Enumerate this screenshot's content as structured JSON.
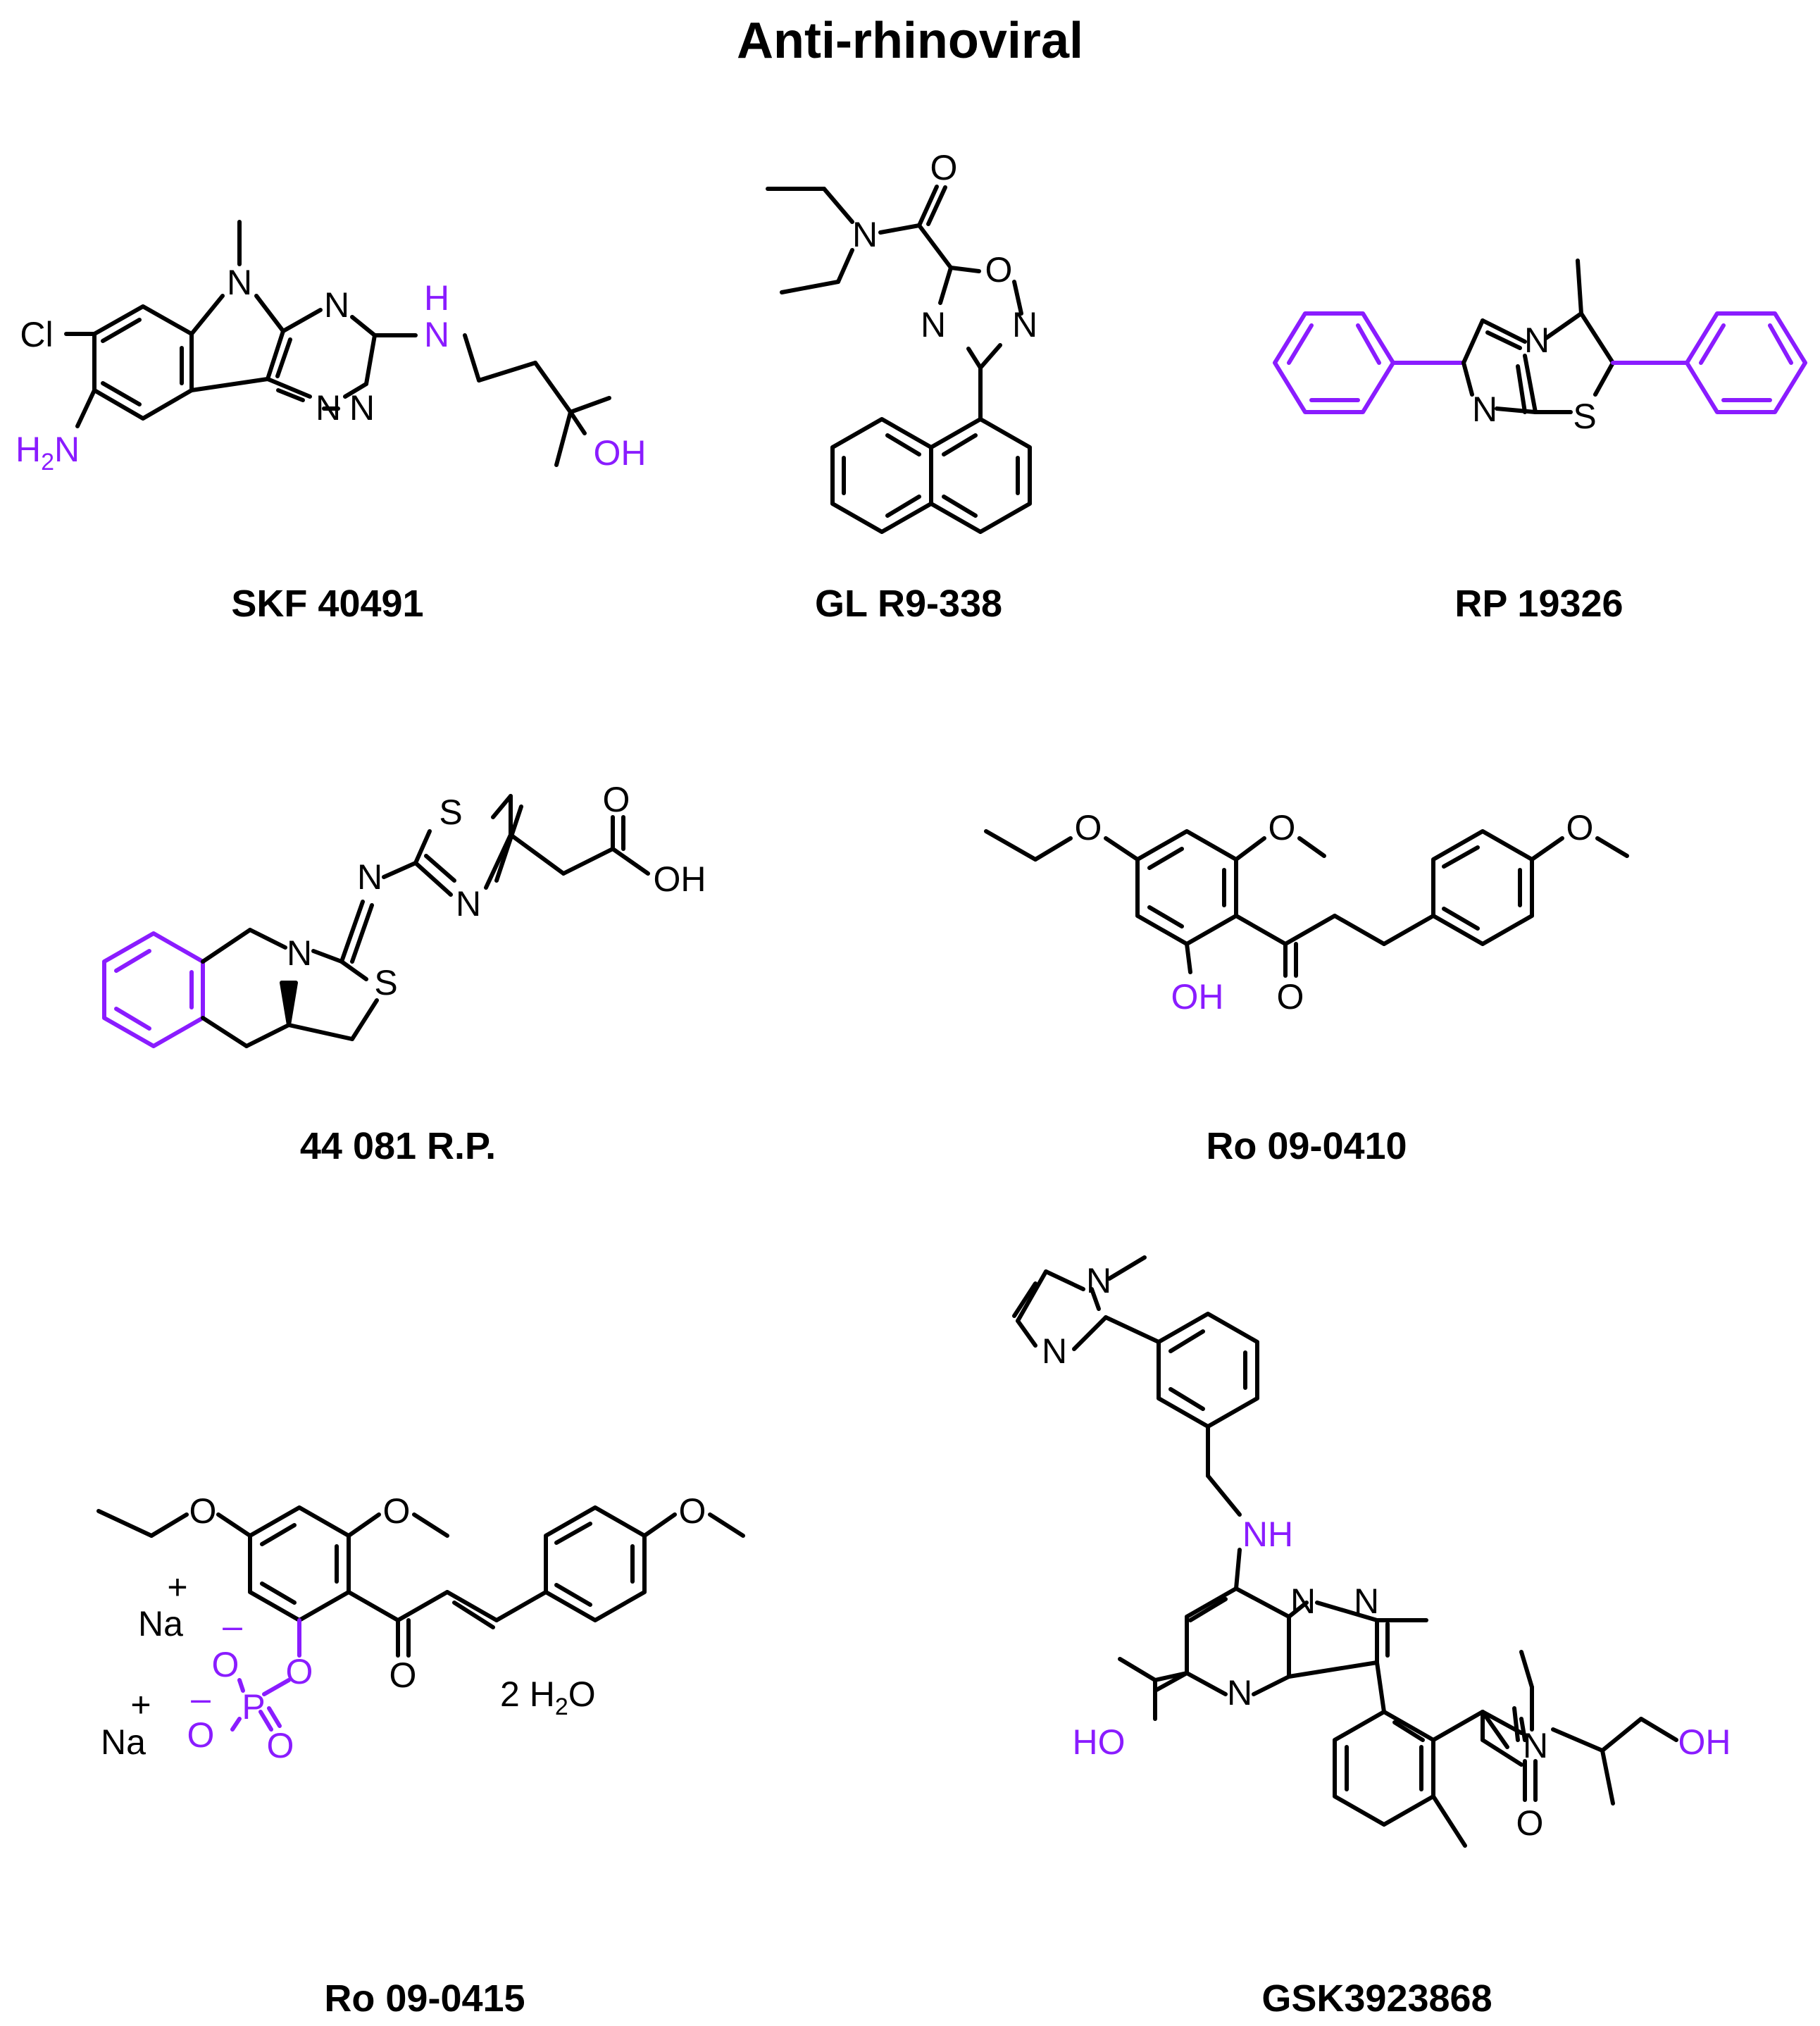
{
  "title": "Anti-rhinoviral",
  "colors": {
    "highlight": "#8a1cff",
    "ink": "#000000"
  },
  "compounds": [
    {
      "name": "SKF 40491",
      "labels": {
        "methylN": "N",
        "cl": "Cl",
        "n1": "N",
        "n2": "N",
        "n3": "N",
        "nh_h": "H",
        "nh_n": "N",
        "nh2": "H",
        "nh2_sub": "2",
        "nh2_n": "N",
        "oh": "OH"
      }
    },
    {
      "name": "GL R9-338",
      "labels": {
        "o_carbonyl": "O",
        "n_amide": "N",
        "o_ring": "O",
        "n_ring1": "N",
        "n_ring2": "N"
      }
    },
    {
      "name": "RP 19326",
      "labels": {
        "n_bridge": "N",
        "n_ring": "N",
        "s_ring": "S"
      }
    },
    {
      "name": "44 081 R.P.",
      "labels": {
        "s_thiazole": "S",
        "n_thiazole": "N",
        "n_imine": "N",
        "o_acid": "O",
        "oh_acid": "OH",
        "n_ring": "N",
        "s_ring": "S"
      }
    },
    {
      "name": "Ro 09-0410",
      "labels": {
        "o_ethoxy": "O",
        "o_methoxy1": "O",
        "o_methoxy2": "O",
        "oh": "OH",
        "o_ketone": "O"
      }
    },
    {
      "name": "Ro 09-0415",
      "labels": {
        "o_ethoxy": "O",
        "o_methoxy1": "O",
        "o_methoxy2": "O",
        "na1": "Na",
        "na1_charge": "+",
        "na2": "Na",
        "na2_charge": "+",
        "o_ester": "O",
        "o_minus1": "O",
        "o_minus1_charge": "–",
        "p": "P",
        "o_minus2": "O",
        "o_minus2_charge": "–",
        "o_double": "O",
        "o_ketone": "O",
        "water": "2 H",
        "water_sub": "2",
        "water_o": "O"
      }
    },
    {
      "name": "GSK3923868",
      "labels": {
        "n_imid_me": "N",
        "n_imid": "N",
        "nh": "NH",
        "n_bridge": "N",
        "n_pyrazole": "N",
        "n_pyrimidine": "N",
        "ho": "HO",
        "n_amide": "N",
        "oh": "OH",
        "o_amide": "O"
      }
    }
  ]
}
